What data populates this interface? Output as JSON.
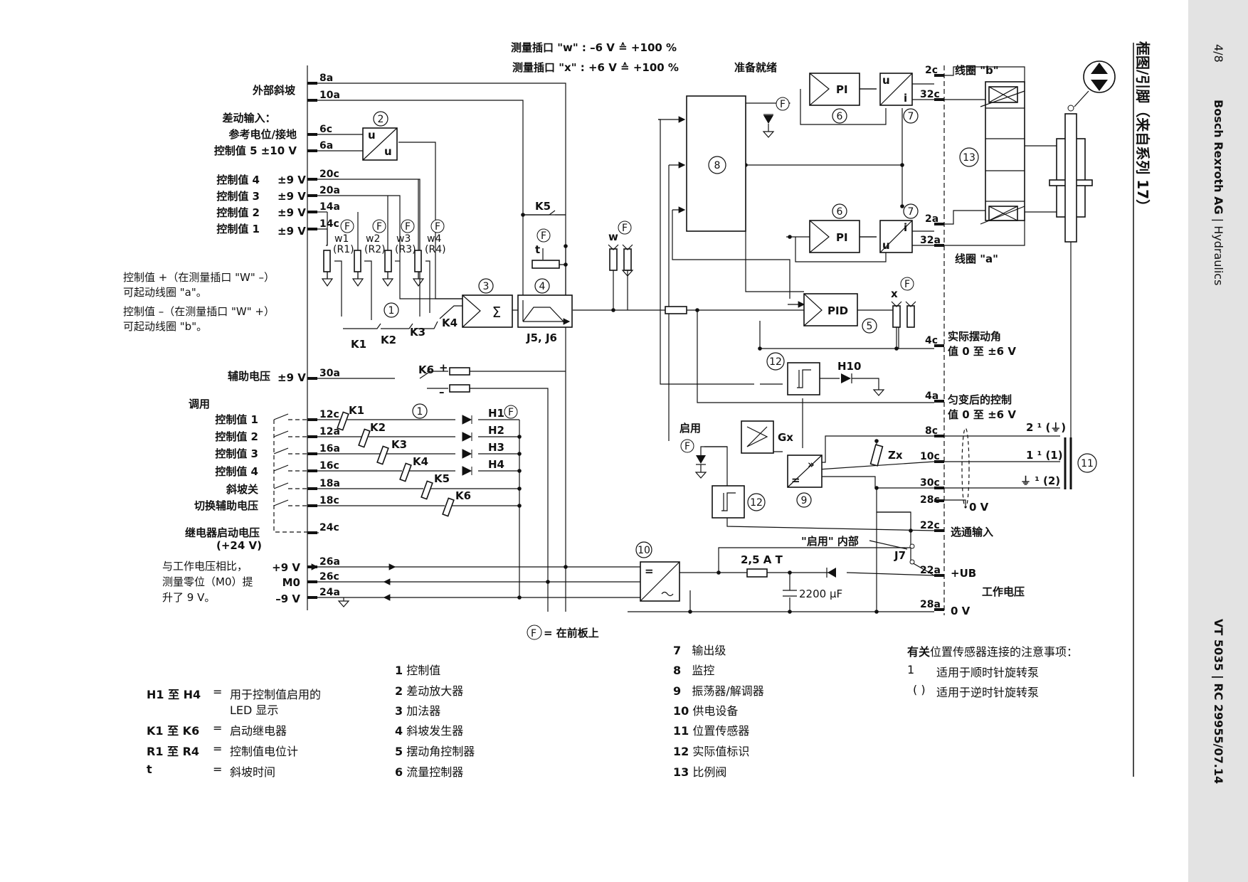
{
  "sidebar": {
    "page": "4/8",
    "brand": "Bosch Rexroth AG",
    "division": "Hydraulics",
    "doc": "VT 5035 | RC 29955/07.14"
  },
  "title": "框图/引脚（来自系列 17）",
  "measure": {
    "w": "测量插口 \"w\" : –6 V ≙ +100 %",
    "x": "测量插口 \"x\" : +6 V ≙ +100 %"
  },
  "left_labels": {
    "ext_ramp": "外部斜坡",
    "diff_in": "差动输入：",
    "ref_pot": "参考电位/接地",
    "cv5": "控制值 5 ±10 V",
    "cv4": "控制值 4",
    "cv3": "控制值 3",
    "cv2": "控制值 2",
    "cv1": "控制值 1",
    "pm9": "±9 V",
    "note_plus_1": "控制值 +（在测量插口 \"W\" –）",
    "note_plus_2": "可起动线圈 \"a\"。",
    "note_minus_1": "控制值 –（在测量插口 \"W\" +）",
    "note_minus_2": "可起动线圈 \"b\"。",
    "aux": "辅助电压",
    "recall": "调用",
    "c_cv1": "控制值 1",
    "c_cv2": "控制值 2",
    "c_cv3": "控制值 3",
    "c_cv4": "控制值 4",
    "ramp_off": "斜坡关",
    "switch_aux": "切换辅助电压",
    "relay_v1": "继电器启动电压",
    "relay_v2": "(+24 V)",
    "mo_1": "与工作电压相比，",
    "mo_2": "测量零位（M0）提",
    "mo_3": "升了 9 V。",
    "p9": "+9 V",
    "m0": "M0",
    "n9": "–9 V"
  },
  "pins_left": [
    "8a",
    "10a",
    "6c",
    "6a",
    "20c",
    "20a",
    "14a",
    "14c",
    "30a",
    "12c",
    "12a",
    "16a",
    "16c",
    "18a",
    "18c",
    "24c",
    "26a",
    "26c",
    "24a"
  ],
  "pins_right": [
    "2c",
    "32c",
    "2a",
    "32a",
    "4c",
    "4a",
    "8c",
    "10c",
    "30c",
    "28c",
    "22c",
    "22a",
    "28a"
  ],
  "right_labels": {
    "coil_b": "线圈 \"b\"",
    "coil_a": "线圈 \"a\"",
    "actual_1": "实际摆动角",
    "actual_2": "值 0 至 ±6 V",
    "ramped_1": "匀变后的控制",
    "ramped_2": "值 0 至 ±6 V",
    "enable_in": "选通输入",
    "ub": "+UB",
    "work_v": "工作电压",
    "zero_v": "0 V",
    "zero_v2": "0 V",
    "s1": "2 ¹ (⏚)",
    "s2": "1 ¹ (1)",
    "s3": "⏚ ¹ (2)"
  },
  "internal": {
    "ready": "准备就绪",
    "pi": "PI",
    "pid": "PID",
    "sigma": "Σ",
    "u": "u",
    "i": "i",
    "k1": "K1",
    "k2": "K2",
    "k3": "K3",
    "k4": "K4",
    "k5": "K5",
    "k6": "K6",
    "j5j6": "J5, J6",
    "j7": "J7",
    "t": "t",
    "w": "w",
    "x": "x",
    "h1": "H1",
    "h2": "H2",
    "h3": "H3",
    "h4": "H4",
    "h10": "H10",
    "gx": "Gx",
    "zx": "Zx",
    "enable": "启用",
    "enable_internal": "\"启用\" 内部",
    "fuse": "2,5 A T",
    "cap": "2200 µF",
    "f": "F",
    "front_panel": "= 在前板上",
    "w1": "w1",
    "w2": "w2",
    "w3": "w3",
    "w4": "w4",
    "r1": "(R1)",
    "r2": "(R2)",
    "r3": "(R3)",
    "r4": "(R4)",
    "plus": "+",
    "minus": "–",
    "eq": "=",
    "gt": "»"
  },
  "circle_nums": [
    "1",
    "2",
    "3",
    "4",
    "5",
    "6",
    "7",
    "8",
    "9",
    "10",
    "11",
    "12",
    "13"
  ],
  "legend_left": [
    {
      "k": "H1 至 H4",
      "eq": "=",
      "v": "用于控制值启用的",
      "v2": "LED 显示"
    },
    {
      "k": "K1 至 K6",
      "eq": "=",
      "v": "启动继电器"
    },
    {
      "k": "R1 至 R4",
      "eq": "=",
      "v": "控制值电位计"
    },
    {
      "k": "t",
      "eq": "=",
      "v": "斜坡时间"
    }
  ],
  "legend_mid": [
    {
      "n": "1",
      "v": "控制值"
    },
    {
      "n": "2",
      "v": "差动放大器"
    },
    {
      "n": "3",
      "v": "加法器"
    },
    {
      "n": "4",
      "v": "斜坡发生器"
    },
    {
      "n": "5",
      "v": "摆动角控制器"
    },
    {
      "n": "6",
      "v": "流量控制器"
    }
  ],
  "legend_right": [
    {
      "n": "7",
      "v": "输出级"
    },
    {
      "n": "8",
      "v": "监控"
    },
    {
      "n": "9",
      "v": "振荡器/解调器"
    },
    {
      "n": "10",
      "v": "供电设备"
    },
    {
      "n": "11",
      "v": "位置传感器"
    },
    {
      "n": "12",
      "v": "实际值标识"
    },
    {
      "n": "13",
      "v": "比例阀"
    }
  ],
  "notes": {
    "head_b": "有关",
    "head": "位置传感器连接的注意事项：",
    "n1k": "1",
    "n1": "适用于顺时针旋转泵",
    "n2k": "( )",
    "n2": "适用于逆时针旋转泵"
  }
}
